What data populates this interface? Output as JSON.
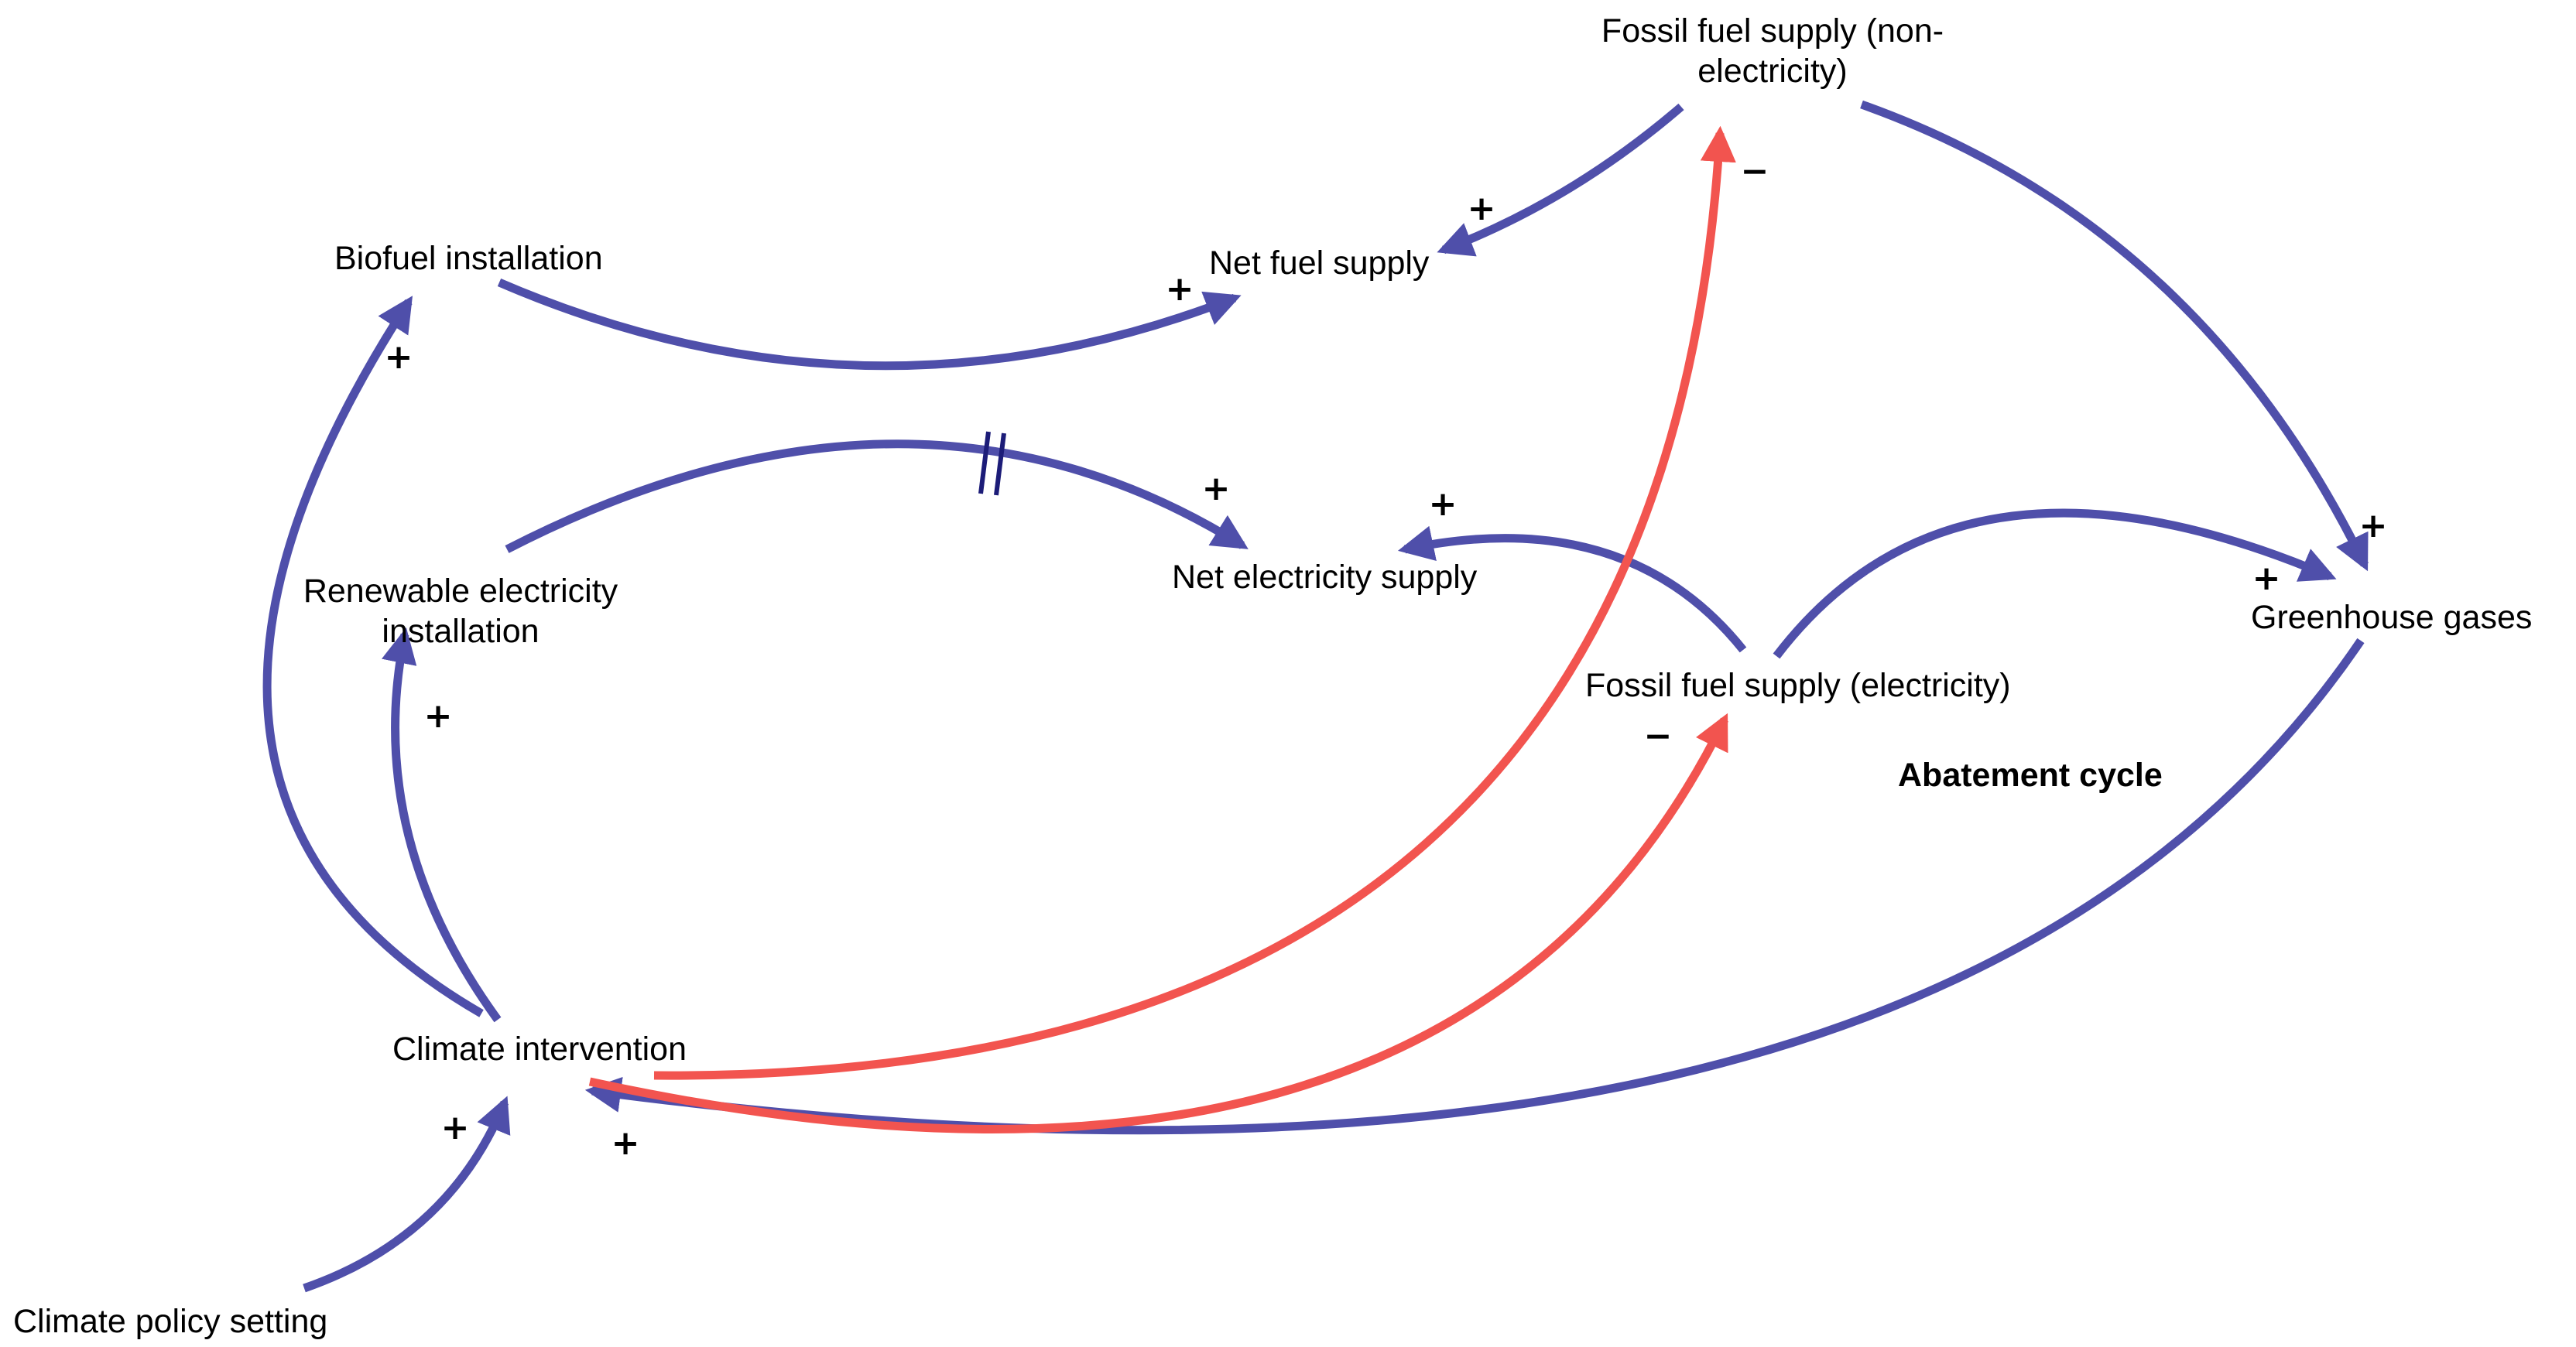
{
  "nodes": {
    "fossil_nonelec": "Fossil fuel supply (non-\nelectricity)",
    "biofuel": "Biofuel installation",
    "net_fuel": "Net fuel supply",
    "renewable": "Renewable electricity\ninstallation",
    "net_elec": "Net electricity supply",
    "fossil_elec": "Fossil fuel supply (electricity)",
    "ghg": "Greenhouse gases",
    "cycle": "Abatement cycle",
    "intervention": "Climate intervention",
    "policy": "Climate policy setting"
  },
  "links": [
    {
      "from": "Biofuel installation",
      "to": "Net fuel supply",
      "polarity": "+",
      "color": "#4f4faa"
    },
    {
      "from": "Fossil fuel supply (non-electricity)",
      "to": "Net fuel supply",
      "polarity": "+",
      "color": "#4f4faa"
    },
    {
      "from": "Fossil fuel supply (non-electricity)",
      "to": "Greenhouse gases",
      "polarity": "+",
      "color": "#4f4faa"
    },
    {
      "from": "Renewable electricity installation",
      "to": "Net electricity supply",
      "polarity": "+",
      "color": "#4f4faa",
      "delay": true
    },
    {
      "from": "Fossil fuel supply (electricity)",
      "to": "Net electricity supply",
      "polarity": "+",
      "color": "#4f4faa"
    },
    {
      "from": "Fossil fuel supply (electricity)",
      "to": "Greenhouse gases",
      "polarity": "+",
      "color": "#4f4faa"
    },
    {
      "from": "Greenhouse gases",
      "to": "Climate intervention",
      "polarity": "+",
      "color": "#4f4faa"
    },
    {
      "from": "Climate intervention",
      "to": "Biofuel installation",
      "polarity": "+",
      "color": "#4f4faa"
    },
    {
      "from": "Climate intervention",
      "to": "Renewable electricity installation",
      "polarity": "+",
      "color": "#4f4faa"
    },
    {
      "from": "Climate policy setting",
      "to": "Climate intervention",
      "polarity": "+",
      "color": "#4f4faa"
    },
    {
      "from": "Climate intervention",
      "to": "Fossil fuel supply (non-electricity)",
      "polarity": "−",
      "color": "#f2544f"
    },
    {
      "from": "Climate intervention",
      "to": "Fossil fuel supply (electricity)",
      "polarity": "−",
      "color": "#f2544f"
    }
  ],
  "signs": {
    "nonelec_to_netfuel": "+",
    "biofuel_to_netfuel": "+",
    "intervention_to_biofuel": "+",
    "renewable_to_netelec": "+",
    "elec_to_netelec": "+",
    "elec_to_ghg": "+",
    "nonelec_to_ghg": "+",
    "intervention_to_renewable": "+",
    "policy_to_intervention": "+",
    "ghg_to_intervention": "+",
    "intervention_to_nonelec": "−",
    "intervention_to_elec": "−"
  },
  "colors": {
    "positive_link": "#4f4faa",
    "negative_link": "#f2544f",
    "delay_mark": "#1c1c78"
  }
}
